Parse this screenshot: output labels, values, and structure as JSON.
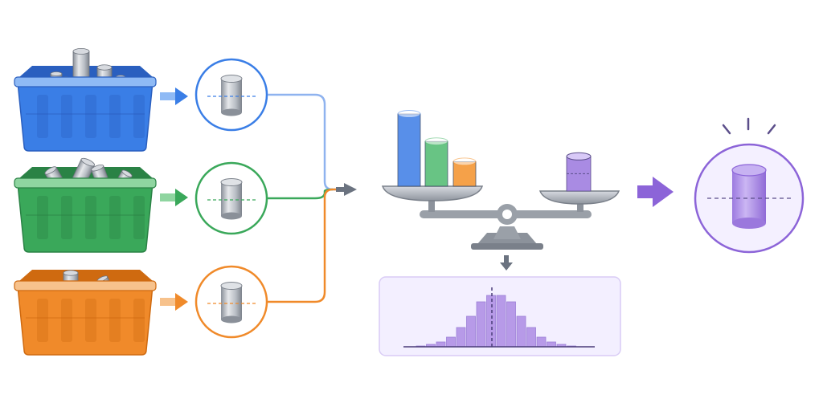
{
  "diagram": {
    "sources": [
      {
        "id": "blue",
        "color": "#3a7ee6",
        "light": "#8fbaf5",
        "dark": "#2a5fbf"
      },
      {
        "id": "green",
        "color": "#3aa85a",
        "light": "#8fd5a0",
        "dark": "#2a8245"
      },
      {
        "id": "orange",
        "color": "#f08a2a",
        "light": "#f7c28c",
        "dark": "#cf6a10"
      }
    ],
    "sample_icons": [
      "cylinder-icon",
      "cylinder-icon",
      "cylinder-icon"
    ],
    "balance": {
      "left_bars": [
        {
          "color": "#4a86e8",
          "level": 1.0
        },
        {
          "color": "#5cbf7a",
          "level": 0.62
        },
        {
          "color": "#f59a3a",
          "level": 0.34
        }
      ],
      "right_bar": {
        "color": "#a98be3",
        "level": 0.48
      }
    },
    "histogram": {
      "color": "#b79ae8",
      "frequencies": [
        1,
        3,
        6,
        12,
        24,
        38,
        56,
        64,
        64,
        56,
        38,
        24,
        12,
        6,
        3,
        1
      ]
    },
    "result_icon": "cylinder-icon",
    "colors": {
      "arrow_gray": "#6b7380",
      "result_purple": "#8c64d8",
      "panel_bg": "#f3efff",
      "panel_border": "#d9ccf5"
    }
  }
}
